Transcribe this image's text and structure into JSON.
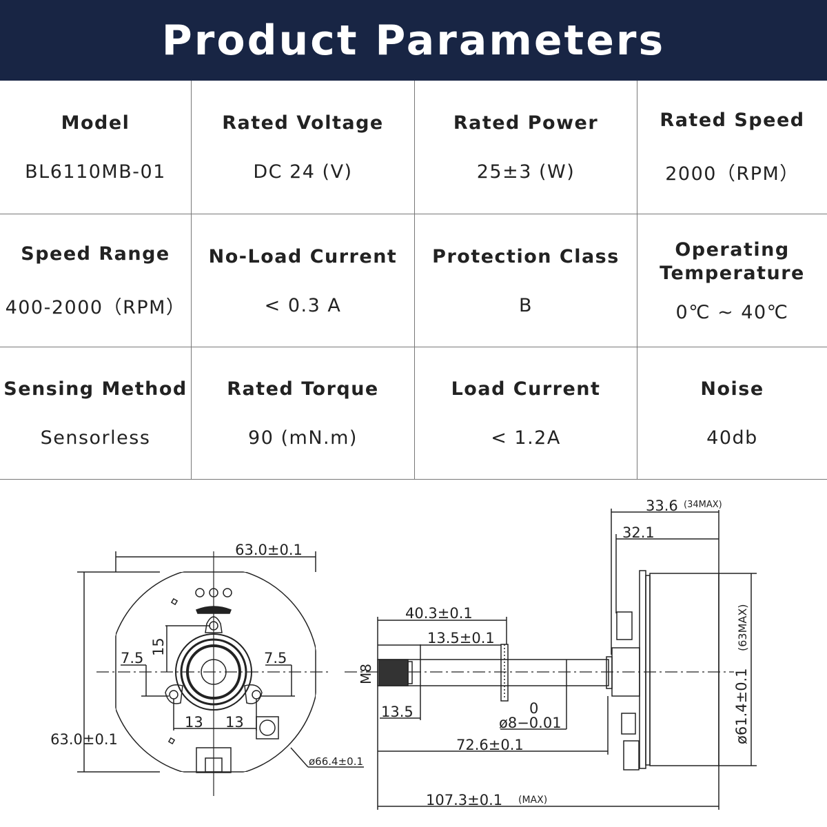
{
  "header": {
    "title": "Product Parameters"
  },
  "params": [
    {
      "label": "Model",
      "value": "BL6110MB-01"
    },
    {
      "label": "Rated Voltage",
      "value": "DC 24 (V)"
    },
    {
      "label": "Rated Power",
      "value": "25±3 (W)"
    },
    {
      "label": "Rated Speed",
      "value": "2000（RPM）"
    },
    {
      "label": "Speed Range",
      "value": "400-2000（RPM）"
    },
    {
      "label": "No-Load Current",
      "value": "< 0.3 A"
    },
    {
      "label": "Protection Class",
      "value": "B"
    },
    {
      "label": "Operating Temperature",
      "value": "0℃ ~ 40℃"
    },
    {
      "label": "Sensing Method",
      "value": "Sensorless"
    },
    {
      "label": "Rated Torque",
      "value": "90 (mN.m)"
    },
    {
      "label": "Load Current",
      "value": "< 1.2A"
    },
    {
      "label": "Noise",
      "value": "40db"
    }
  ],
  "drawing": {
    "front": {
      "width": "63.0±0.1",
      "height": "63.0±0.1",
      "diameter": "ø66.4±0.1",
      "hole_offset_left": "7.5",
      "hole_offset_right": "7.5",
      "hole_top": "15",
      "hole_span_left": "13",
      "hole_span_right": "13"
    },
    "side": {
      "thread": "M8",
      "d_40_3": "40.3±0.1",
      "d_13_5_tol": "13.5±0.1",
      "d_13_5": "13.5",
      "shaft_tol_upper": "0",
      "shaft_dia": "ø8−0.01",
      "d_72_6": "72.6±0.1",
      "d_107_3": "107.3±0.1",
      "d_107_3_note": "(MAX)",
      "d_33_6": "33.6",
      "d_33_6_note": "(34MAX)",
      "d_32_1": "32.1",
      "body_dia": "ø61.4±0.1",
      "body_dia_note": "(63MAX)"
    }
  }
}
